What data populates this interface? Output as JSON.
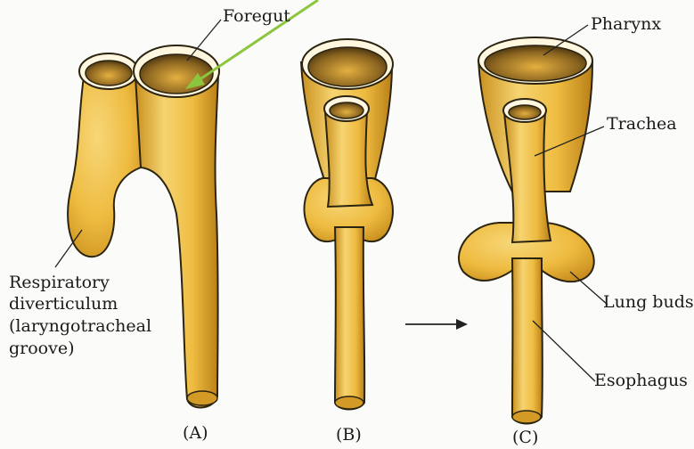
{
  "labels": {
    "foregut": "Foregut",
    "pharynx": "Pharynx",
    "trachea": "Trachea",
    "lung_buds": "Lung buds",
    "esophagus": "Esophagus",
    "respiratory_line1": "Respiratory",
    "respiratory_line2": "diverticulum",
    "respiratory_line3": "(laryngotracheal",
    "respiratory_line4": "groove)"
  },
  "panels": [
    "(A)",
    "(B)",
    "(C)"
  ],
  "colors": {
    "tissue": "#f2c24a",
    "tissue_dark": "#c98f1e",
    "lumen": "#7a5a1c",
    "outline": "#2b2410",
    "arrow_green": "#8cc63f",
    "arrow_black": "#222222"
  }
}
